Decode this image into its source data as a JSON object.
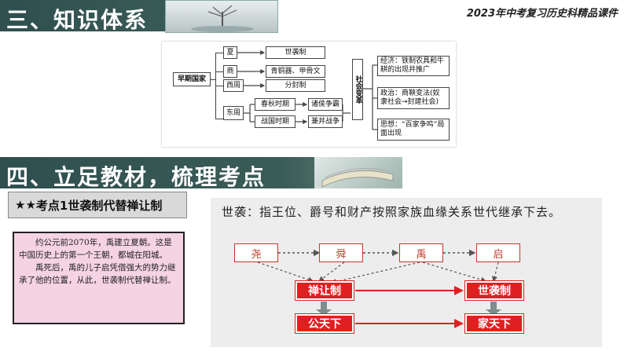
{
  "header": {
    "section3_title": "三、知识体系",
    "section4_title": "四、立足教材，梳理考点",
    "course_label": "2023年中考复习历史科精品课件"
  },
  "diagram": {
    "root": "早期国家",
    "dynasties": [
      "夏",
      "商",
      "西周",
      "东周"
    ],
    "items": [
      "世袭制",
      "青铜器、甲骨文",
      "分封制"
    ],
    "periods": [
      "春秋时期",
      "战国时期"
    ],
    "period_items": [
      "诸侯争霸",
      "兼并战争"
    ],
    "change_label": "社会变革",
    "changes": [
      "经济：铁制农具和牛耕的出现并推广",
      "政治：商鞅变法(奴隶社会→封建社会)",
      "思想：“百家争鸣”局面出现"
    ]
  },
  "keypoint": {
    "stars": "★★",
    "title": "考点1世袭制代替禅让制"
  },
  "story": {
    "line1": "约公元前2070年，禹建立夏朝。这是中国历史上的第一个王朝，都城在阳城。",
    "line2": "禹死后，禹的儿子启凭借强大的势力继承了他的位置，从此，世袭制代替禅让制。"
  },
  "definition": "世袭：指王位、爵号和财产按照家族血缘关系世代继承下去。",
  "flow": {
    "rulers": [
      "尧",
      "舜",
      "禹",
      "启"
    ],
    "systems": [
      "禅让制",
      "世袭制"
    ],
    "results": [
      "公天下",
      "家天下"
    ]
  }
}
